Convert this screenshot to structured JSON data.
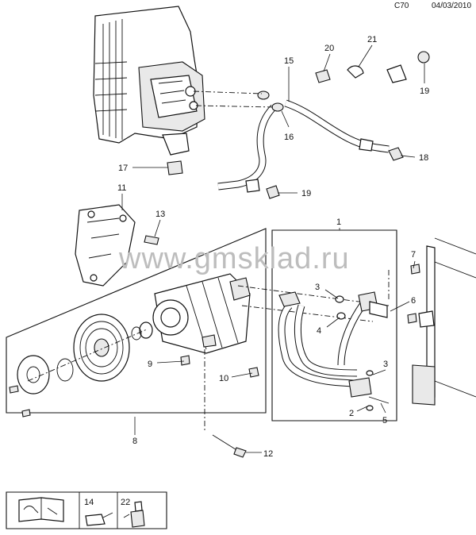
{
  "header": {
    "page_code": "C70",
    "date": "04/03/2010"
  },
  "watermark": "www.gmsklad.ru",
  "callouts": {
    "c1": "1",
    "c2": "2",
    "c3a": "3",
    "c3b": "3",
    "c4": "4",
    "c5": "5",
    "c6": "6",
    "c7": "7",
    "c8": "8",
    "c9": "9",
    "c10": "10",
    "c11": "11",
    "c12": "12",
    "c13": "13",
    "c15": "15",
    "c16": "16",
    "c17": "17",
    "c18": "18",
    "c19a": "19",
    "c19b": "19",
    "c20": "20",
    "c21": "21"
  },
  "legend": {
    "item_a_number": "14",
    "item_b_number": "22"
  },
  "icons": [
    "manual-wrench-icon",
    "oil-can-icon",
    "sealant-bottle-icon"
  ]
}
